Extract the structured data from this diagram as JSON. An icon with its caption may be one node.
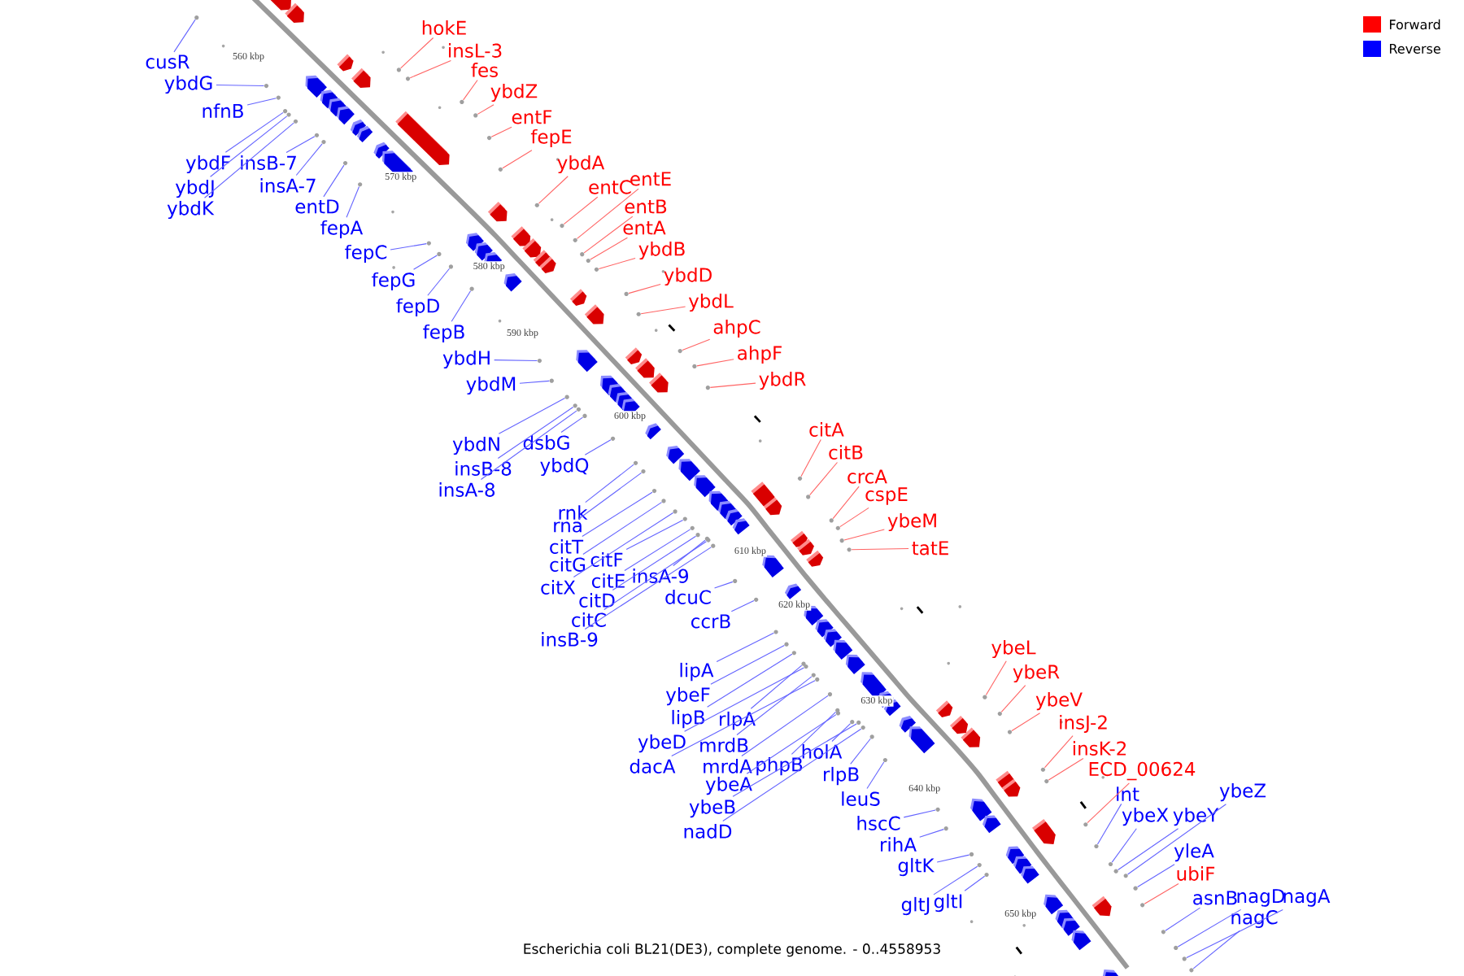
{
  "diagram": {
    "caption": "Escherichia coli BL21(DE3), complete genome. - 0..4558953",
    "nodes": [
      {
        "text": [
          "hokE"
        ]
      },
      {
        "text": [
          "insL-3"
        ]
      },
      {
        "text": [
          "cusR"
        ]
      },
      {
        "text": [
          "fes"
        ]
      },
      {
        "text": [
          "ybdG"
        ]
      },
      {
        "text": [
          "ybdZ"
        ]
      },
      {
        "text": [
          "nfnB"
        ]
      },
      {
        "text": [
          "entF"
        ]
      },
      {
        "text": [
          "fepE"
        ]
      },
      {
        "text": [
          "ybdF"
        ]
      },
      {
        "text": [
          "insB-7"
        ]
      },
      {
        "text": [
          "ybdA"
        ]
      },
      {
        "text": [
          "entE"
        ]
      },
      {
        "text": [
          "insA-7"
        ]
      },
      {
        "text": [
          "entC"
        ]
      },
      {
        "text": [
          "ybdJ"
        ]
      },
      {
        "text": [
          "entB"
        ]
      },
      {
        "text": [
          "entD"
        ]
      },
      {
        "text": [
          "ybdK"
        ]
      },
      {
        "text": [
          "entA"
        ]
      },
      {
        "text": [
          "fepA"
        ]
      },
      {
        "text": [
          "ybdB"
        ]
      },
      {
        "text": [
          "fepC"
        ]
      },
      {
        "text": [
          "ybdD"
        ]
      },
      {
        "text": [
          "fepG"
        ]
      },
      {
        "text": [
          "ybdL"
        ]
      },
      {
        "text": [
          "fepD"
        ]
      },
      {
        "text": [
          "ahpC"
        ]
      },
      {
        "text": [
          "fepB"
        ]
      },
      {
        "text": [
          "ahpF"
        ]
      },
      {
        "text": [
          "ybdH"
        ]
      },
      {
        "text": [
          "ybdR"
        ]
      },
      {
        "text": [
          "ybdM"
        ]
      },
      {
        "text": [
          "citA"
        ]
      },
      {
        "text": [
          "dsbG"
        ]
      },
      {
        "text": [
          "ybdN"
        ]
      },
      {
        "text": [
          "citB"
        ]
      },
      {
        "text": [
          "ybdQ"
        ]
      },
      {
        "text": [
          "insB-8"
        ]
      },
      {
        "text": [
          "crcA"
        ]
      },
      {
        "text": [
          "insA-8"
        ]
      },
      {
        "text": [
          "cspE"
        ]
      },
      {
        "text": [
          "rnk"
        ]
      },
      {
        "text": [
          "ybeM"
        ]
      },
      {
        "text": [
          "rna"
        ]
      },
      {
        "text": [
          "citT"
        ]
      },
      {
        "text": [
          "tatE"
        ]
      },
      {
        "text": [
          "citF"
        ]
      },
      {
        "text": [
          "citG"
        ]
      },
      {
        "text": [
          "insA-9"
        ]
      },
      {
        "text": [
          "citE"
        ]
      },
      {
        "text": [
          "citX"
        ]
      },
      {
        "text": [
          "dcuC"
        ]
      },
      {
        "text": [
          "citD"
        ]
      },
      {
        "text": [
          "citC"
        ]
      },
      {
        "text": [
          "ccrB"
        ]
      },
      {
        "text": [
          "insB-9"
        ]
      },
      {
        "text": [
          "ybeL"
        ]
      },
      {
        "text": [
          "lipA"
        ]
      },
      {
        "text": [
          "ybeR"
        ]
      },
      {
        "text": [
          "ybeF"
        ]
      },
      {
        "text": [
          "ybeV"
        ]
      },
      {
        "text": [
          "lipB"
        ]
      },
      {
        "text": [
          "rlpA"
        ]
      },
      {
        "text": [
          "insJ-2"
        ]
      },
      {
        "text": [
          "ybeD"
        ]
      },
      {
        "text": [
          "mrdB"
        ]
      },
      {
        "text": [
          "insK-2"
        ]
      },
      {
        "text": [
          "holA"
        ]
      },
      {
        "text": [
          "dacA"
        ]
      },
      {
        "text": [
          "mrdA"
        ]
      },
      {
        "text": [
          "phpB"
        ]
      },
      {
        "text": [
          "ECD_00624"
        ]
      },
      {
        "text": [
          "rlpB"
        ]
      },
      {
        "text": [
          "ybeA"
        ]
      },
      {
        "text": [
          "lnt"
        ]
      },
      {
        "text": [
          "ybeZ"
        ]
      },
      {
        "text": [
          "leuS"
        ]
      },
      {
        "text": [
          "ybeB"
        ]
      },
      {
        "text": [
          "ybeX"
        ]
      },
      {
        "text": [
          "ybeY"
        ]
      },
      {
        "text": [
          "hscC"
        ]
      },
      {
        "text": [
          "nadD"
        ]
      },
      {
        "text": [
          "rihA"
        ]
      },
      {
        "text": [
          "yleA"
        ]
      },
      {
        "text": [
          "gltK"
        ]
      },
      {
        "text": [
          "ubiF"
        ]
      },
      {
        "text": [
          "asnB"
        ]
      },
      {
        "text": [
          "nagD"
        ]
      },
      {
        "text": [
          "nagA"
        ]
      },
      {
        "text": [
          "gltI"
        ]
      },
      {
        "text": [
          "gltJ"
        ]
      },
      {
        "text": [
          "nagC"
        ]
      },
      {
        "text": [],
        "shape": "circle"
      },
      {
        "text": [],
        "shape": "circle"
      },
      {
        "text": [],
        "shape": "circle"
      },
      {
        "text": [],
        "shape": "circle"
      },
      {
        "text": [],
        "shape": "circle"
      },
      {
        "text": [],
        "shape": "circle"
      },
      {
        "text": [],
        "shape": "circle"
      },
      {
        "text": [],
        "shape": "circle"
      },
      {
        "text": [],
        "shape": "circle"
      },
      {
        "text": [],
        "shape": "circle"
      },
      {
        "text": [],
        "shape": "circle"
      },
      {
        "text": [],
        "shape": "circle"
      },
      {
        "text": [],
        "shape": "circle"
      },
      {
        "text": [],
        "shape": "circle"
      },
      {
        "text": [],
        "shape": "circle"
      },
      {
        "text": [],
        "shape": "circle"
      },
      {
        "text": [],
        "shape": "circle"
      },
      {
        "text": [],
        "shape": "circle"
      },
      {
        "text": [],
        "shape": "circle"
      },
      {
        "text": [],
        "shape": "circle"
      },
      {
        "text": [],
        "shape": "circle"
      },
      {
        "text": [],
        "shape": "circle"
      },
      {
        "text": [],
        "shape": "circle"
      },
      {
        "text": [],
        "shape": "circle"
      },
      {
        "text": [],
        "shape": "circle"
      },
      {
        "text": [],
        "shape": "circle"
      },
      {
        "text": [],
        "shape": "circle"
      },
      {
        "text": [],
        "shape": "circle"
      },
      {
        "text": [],
        "shape": "circle"
      },
      {
        "text": [],
        "shape": "circle"
      },
      {
        "text": [],
        "shape": "circle"
      },
      {
        "text": [],
        "shape": "circle"
      },
      {
        "text": [],
        "shape": "circle"
      },
      {
        "text": [],
        "shape": "circle"
      },
      {
        "text": [],
        "shape": "circle"
      },
      {
        "text": [],
        "shape": "circle"
      },
      {
        "text": [],
        "shape": "circle"
      },
      {
        "text": [],
        "shape": "circle"
      },
      {
        "text": [],
        "shape": "circle"
      },
      {
        "text": [],
        "shape": "circle"
      },
      {
        "text": [],
        "shape": "circle"
      },
      {
        "text": [],
        "shape": "circle"
      },
      {
        "text": [],
        "shape": "circle"
      },
      {
        "text": [],
        "shape": "circle"
      },
      {
        "text": [],
        "shape": "circle"
      },
      {
        "text": [],
        "shape": "circle"
      },
      {
        "text": [],
        "shape": "circle"
      },
      {
        "text": [],
        "shape": "circle"
      },
      {
        "text": [],
        "shape": "circle"
      },
      {
        "text": [],
        "shape": "circle"
      },
      {
        "text": [],
        "shape": "circle"
      },
      {
        "text": [],
        "shape": "circle"
      },
      {
        "text": [],
        "shape": "circle"
      },
      {
        "text": [],
        "shape": "circle"
      },
      {
        "text": [],
        "shape": "circle"
      },
      {
        "text": [],
        "shape": "circle"
      },
      {
        "text": [],
        "shape": "circle"
      },
      {
        "text": [],
        "shape": "circle"
      },
      {
        "text": [],
        "shape": "circle"
      },
      {
        "text": [],
        "shape": "circle"
      },
      {
        "text": [],
        "shape": "circle"
      },
      {
        "text": [],
        "shape": "circle"
      },
      {
        "text": [],
        "shape": "circle"
      },
      {
        "text": [],
        "shape": "circle"
      },
      {
        "text": [],
        "shape": "circle"
      },
      {
        "text": [],
        "shape": "circle"
      },
      {
        "text": [],
        "shape": "circle"
      },
      {
        "text": [],
        "shape": "circle"
      },
      {
        "text": [],
        "shape": "circle"
      },
      {
        "text": [],
        "shape": "circle"
      },
      {
        "text": [],
        "shape": "circle"
      },
      {
        "text": [],
        "shape": "circle"
      },
      {
        "text": [],
        "shape": "circle"
      },
      {
        "text": [],
        "shape": "circle"
      },
      {
        "text": [],
        "shape": "circle"
      },
      {
        "text": [],
        "shape": "circle"
      },
      {
        "text": [],
        "shape": "circle"
      },
      {
        "text": [],
        "shape": "circle"
      },
      {
        "text": [],
        "shape": "circle"
      },
      {
        "text": [],
        "shape": "circle"
      },
      {
        "text": [],
        "shape": "circle"
      },
      {
        "text": [],
        "shape": "circle"
      },
      {
        "text": [],
        "shape": "circle"
      },
      {
        "text": [],
        "shape": "circle"
      },
      {
        "text": [],
        "shape": "circle"
      },
      {
        "text": [],
        "shape": "circle"
      },
      {
        "text": [],
        "shape": "circle"
      },
      {
        "text": [],
        "shape": "circle"
      },
      {
        "text": [],
        "shape": "circle"
      },
      {
        "text": [],
        "shape": "circle"
      },
      {
        "text": [],
        "shape": "circle"
      },
      {
        "text": [],
        "shape": "circle"
      },
      {
        "text": [],
        "shape": "circle"
      }
    ],
    "edges": [
      {
        "from": 0,
        "to": 93,
        "arrow": "none",
        "color": "#ff6464"
      },
      {
        "from": 1,
        "to": 94,
        "arrow": "none",
        "color": "#ff6464"
      },
      {
        "from": 2,
        "to": 95,
        "arrow": "none"
      },
      {
        "from": 3,
        "to": 96,
        "arrow": "none",
        "color": "#ff6464"
      },
      {
        "from": 4,
        "to": 97,
        "arrow": "none"
      },
      {
        "from": 5,
        "to": 98,
        "arrow": "none",
        "color": "#ff6464"
      },
      {
        "from": 6,
        "to": 99,
        "arrow": "none"
      },
      {
        "from": 7,
        "to": 100,
        "arrow": "none",
        "color": "#ff6464"
      },
      {
        "from": 8,
        "to": 101,
        "arrow": "none",
        "color": "#ff6464"
      },
      {
        "from": 9,
        "to": 102,
        "arrow": "none"
      },
      {
        "from": 10,
        "to": 103,
        "arrow": "none"
      },
      {
        "from": 11,
        "to": 104,
        "arrow": "none",
        "color": "#ff6464"
      },
      {
        "from": 12,
        "to": 105,
        "arrow": "none",
        "color": "#ff6464"
      },
      {
        "from": 13,
        "to": 106,
        "arrow": "none"
      },
      {
        "from": 14,
        "to": 107,
        "arrow": "none",
        "color": "#ff6464"
      },
      {
        "from": 15,
        "to": 108,
        "arrow": "none"
      },
      {
        "from": 16,
        "to": 109,
        "arrow": "none",
        "color": "#ff6464"
      },
      {
        "from": 17,
        "to": 110,
        "arrow": "none"
      },
      {
        "from": 18,
        "to": 111,
        "arrow": "none"
      },
      {
        "from": 19,
        "to": 112,
        "arrow": "none",
        "color": "#ff6464"
      },
      {
        "from": 20,
        "to": 113,
        "arrow": "none"
      },
      {
        "from": 21,
        "to": 114,
        "arrow": "none",
        "color": "#ff6464"
      },
      {
        "from": 22,
        "to": 115,
        "arrow": "none"
      },
      {
        "from": 23,
        "to": 116,
        "arrow": "none",
        "color": "#ff6464"
      },
      {
        "from": 24,
        "to": 117,
        "arrow": "none"
      },
      {
        "from": 25,
        "to": 118,
        "arrow": "none",
        "color": "#ff6464"
      },
      {
        "from": 26,
        "to": 119,
        "arrow": "none"
      },
      {
        "from": 27,
        "to": 120,
        "arrow": "none",
        "color": "#ff6464"
      },
      {
        "from": 28,
        "to": 121,
        "arrow": "none"
      },
      {
        "from": 29,
        "to": 122,
        "arrow": "none",
        "color": "#ff6464"
      },
      {
        "from": 30,
        "to": 123,
        "arrow": "none"
      },
      {
        "from": 31,
        "to": 124,
        "arrow": "none",
        "color": "#ff6464"
      },
      {
        "from": 32,
        "to": 125,
        "arrow": "none"
      },
      {
        "from": 33,
        "to": 126,
        "arrow": "none",
        "color": "#ff6464"
      },
      {
        "from": 34,
        "to": 127,
        "arrow": "none"
      },
      {
        "from": 35,
        "to": 128,
        "arrow": "none"
      },
      {
        "from": 36,
        "to": 129,
        "arrow": "none",
        "color": "#ff6464"
      },
      {
        "from": 37,
        "to": 130,
        "arrow": "none"
      },
      {
        "from": 38,
        "to": 131,
        "arrow": "none"
      },
      {
        "from": 39,
        "to": 132,
        "arrow": "none",
        "color": "#ff6464"
      },
      {
        "from": 40,
        "to": 133,
        "arrow": "none"
      },
      {
        "from": 41,
        "to": 134,
        "arrow": "none",
        "color": "#ff6464"
      },
      {
        "from": 42,
        "to": 135,
        "arrow": "none"
      },
      {
        "from": 43,
        "to": 136,
        "arrow": "none",
        "color": "#ff6464"
      },
      {
        "from": 44,
        "to": 137,
        "arrow": "none"
      },
      {
        "from": 45,
        "to": 138,
        "arrow": "none"
      },
      {
        "from": 46,
        "to": 139,
        "arrow": "none",
        "color": "#ff6464"
      },
      {
        "from": 47,
        "to": 140,
        "arrow": "none"
      },
      {
        "from": 48,
        "to": 141,
        "arrow": "none"
      },
      {
        "from": 49,
        "to": 142,
        "arrow": "none"
      },
      {
        "from": 50,
        "to": 143,
        "arrow": "none"
      },
      {
        "from": 51,
        "to": 144,
        "arrow": "none"
      },
      {
        "from": 52,
        "to": 145,
        "arrow": "none"
      },
      {
        "from": 53,
        "to": 146,
        "arrow": "none"
      },
      {
        "from": 54,
        "to": 147,
        "arrow": "none"
      },
      {
        "from": 55,
        "to": 148,
        "arrow": "none"
      },
      {
        "from": 56,
        "to": 149,
        "arrow": "none"
      },
      {
        "from": 57,
        "to": 150,
        "arrow": "none",
        "color": "#ff6464"
      },
      {
        "from": 58,
        "to": 151,
        "arrow": "none"
      },
      {
        "from": 59,
        "to": 152,
        "arrow": "none",
        "color": "#ff6464"
      },
      {
        "from": 60,
        "to": 153,
        "arrow": "none"
      },
      {
        "from": 61,
        "to": 154,
        "arrow": "none",
        "color": "#ff6464"
      },
      {
        "from": 62,
        "to": 155,
        "arrow": "none"
      },
      {
        "from": 63,
        "to": 156,
        "arrow": "none"
      },
      {
        "from": 64,
        "to": 157,
        "arrow": "none",
        "color": "#ff6464"
      },
      {
        "from": 65,
        "to": 158,
        "arrow": "none"
      },
      {
        "from": 66,
        "to": 159,
        "arrow": "none"
      },
      {
        "from": 67,
        "to": 160,
        "arrow": "none",
        "color": "#ff6464"
      },
      {
        "from": 68,
        "to": 161,
        "arrow": "none"
      },
      {
        "from": 69,
        "to": 162,
        "arrow": "none"
      },
      {
        "from": 70,
        "to": 163,
        "arrow": "none"
      },
      {
        "from": 71,
        "to": 164,
        "arrow": "none"
      },
      {
        "from": 72,
        "to": 165,
        "arrow": "none",
        "color": "#ff6464"
      },
      {
        "from": 73,
        "to": 166,
        "arrow": "none"
      },
      {
        "from": 74,
        "to": 167,
        "arrow": "none"
      },
      {
        "from": 75,
        "to": 168,
        "arrow": "none"
      },
      {
        "from": 76,
        "to": 169,
        "arrow": "none"
      },
      {
        "from": 77,
        "to": 170,
        "arrow": "none"
      },
      {
        "from": 78,
        "to": 171,
        "arrow": "none"
      },
      {
        "from": 79,
        "to": 172,
        "arrow": "none"
      },
      {
        "from": 80,
        "to": 173,
        "arrow": "none"
      },
      {
        "from": 81,
        "to": 174,
        "arrow": "none"
      },
      {
        "from": 82,
        "to": 175,
        "arrow": "none"
      },
      {
        "from": 83,
        "to": 176,
        "arrow": "none"
      },
      {
        "from": 84,
        "to": 177,
        "arrow": "none"
      },
      {
        "from": 85,
        "to": 178,
        "arrow": "none"
      },
      {
        "from": 86,
        "to": 179,
        "arrow": "none",
        "color": "#ff6464"
      },
      {
        "from": 87,
        "to": 180,
        "arrow": "none"
      },
      {
        "from": 88,
        "to": 181,
        "arrow": "none"
      },
      {
        "from": 89,
        "to": 182,
        "arrow": "none"
      },
      {
        "from": 90,
        "to": 183,
        "arrow": "none"
      },
      {
        "from": 91,
        "to": 184,
        "arrow": "none"
      },
      {
        "from": 92,
        "to": 185,
        "arrow": "none"
      }
    ],
    "labels": [
      "560 kbp",
      "570 kbp",
      "580 kbp",
      "590 kbp",
      "600 kbp",
      "610 kbp",
      "620 kbp",
      "630 kbp",
      "640 kbp",
      "650 kbp"
    ],
    "legend": [
      {
        "text": "Forward",
        "color": "#ff0000"
      },
      {
        "text": "Reverse",
        "color": "#0000ff"
      }
    ]
  }
}
